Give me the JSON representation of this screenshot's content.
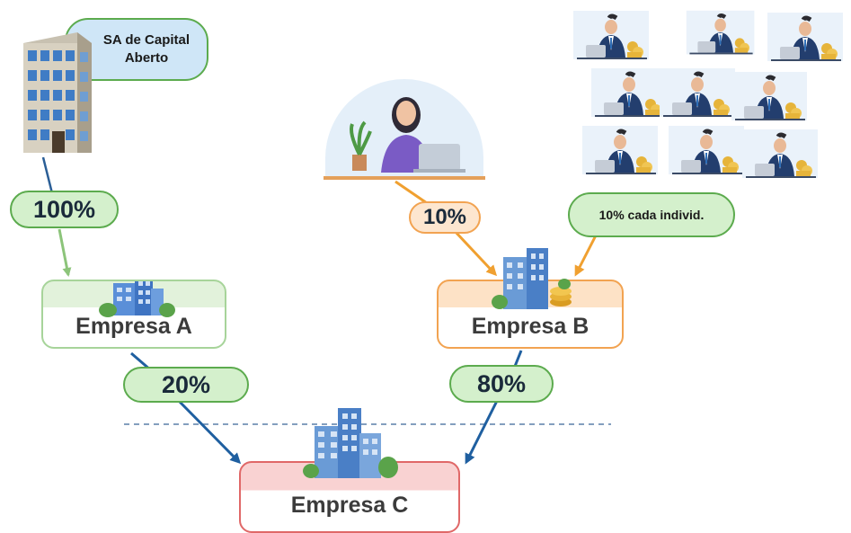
{
  "nodes": {
    "sa": {
      "label_line1": "SA de Capital",
      "label_line2": "Aberto"
    },
    "individuals": {
      "label": "10% cada individ."
    },
    "empresa_a": {
      "label": "Empresa A"
    },
    "empresa_b": {
      "label": "Empresa B"
    },
    "empresa_c": {
      "label": "Empresa C"
    }
  },
  "edges": {
    "sa_to_a": "100%",
    "woman_to_b": "10%",
    "a_to_c": "20%",
    "b_to_c": "80%"
  },
  "colors": {
    "green_accent": "#5cab4e",
    "orange_accent": "#f2a351",
    "red_accent": "#e06868",
    "arrow_blue": "#1f5fa0"
  },
  "icons": [
    "office-building-icon",
    "building-icon",
    "businesswoman-icon",
    "businessman-icon",
    "coins-icon",
    "plant-icon"
  ]
}
